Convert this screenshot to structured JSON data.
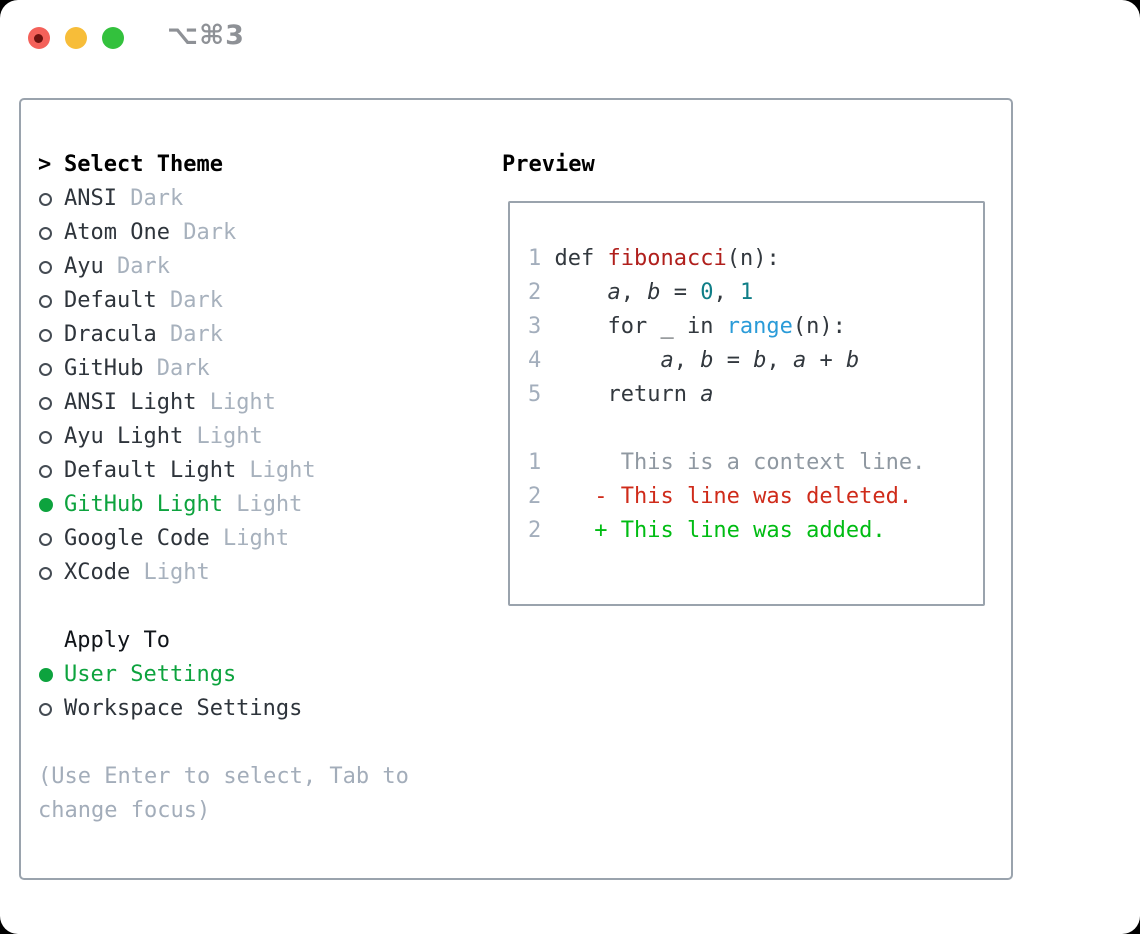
{
  "window": {
    "title": "⌥⌘3",
    "traffic_lights": [
      {
        "name": "close-button",
        "color": "#f4615a"
      },
      {
        "name": "minimize-button",
        "color": "#f7bd39"
      },
      {
        "name": "zoom-button",
        "color": "#33c13d"
      }
    ]
  },
  "theme_panel": {
    "header": {
      "marker": ">",
      "label": "Select Theme"
    },
    "items": [
      {
        "name": "ANSI",
        "variant": "Dark",
        "selected": false
      },
      {
        "name": "Atom One",
        "variant": "Dark",
        "selected": false
      },
      {
        "name": "Ayu",
        "variant": "Dark",
        "selected": false
      },
      {
        "name": "Default",
        "variant": "Dark",
        "selected": false
      },
      {
        "name": "Dracula",
        "variant": "Dark",
        "selected": false
      },
      {
        "name": "GitHub",
        "variant": "Dark",
        "selected": false
      },
      {
        "name": "ANSI Light",
        "variant": "Light",
        "selected": false
      },
      {
        "name": "Ayu Light",
        "variant": "Light",
        "selected": false
      },
      {
        "name": "Default Light",
        "variant": "Light",
        "selected": false
      },
      {
        "name": "GitHub Light",
        "variant": "Light",
        "selected": true
      },
      {
        "name": "Google Code",
        "variant": "Light",
        "selected": false
      },
      {
        "name": "XCode",
        "variant": "Light",
        "selected": false
      }
    ],
    "apply_to": {
      "label": "Apply To",
      "options": [
        {
          "name": "User Settings",
          "selected": true
        },
        {
          "name": "Workspace Settings",
          "selected": false
        }
      ]
    },
    "help_lines": [
      "(Use Enter to select, Tab to",
      "change focus)"
    ]
  },
  "preview": {
    "label": "Preview",
    "lines": [
      {
        "num": "1",
        "segments": [
          {
            "t": " def ",
            "c": "code"
          },
          {
            "t": "fibonacci",
            "c": "func"
          },
          {
            "t": "(n):",
            "c": "code"
          }
        ]
      },
      {
        "num": "2",
        "segments": [
          {
            "t": "     ",
            "c": "code"
          },
          {
            "t": "a",
            "c": "var"
          },
          {
            "t": ", ",
            "c": "code"
          },
          {
            "t": "b",
            "c": "var"
          },
          {
            "t": " = ",
            "c": "code"
          },
          {
            "t": "0",
            "c": "num"
          },
          {
            "t": ", ",
            "c": "code"
          },
          {
            "t": "1",
            "c": "num"
          }
        ]
      },
      {
        "num": "3",
        "segments": [
          {
            "t": "     for _ in ",
            "c": "code"
          },
          {
            "t": "range",
            "c": "builtin"
          },
          {
            "t": "(n):",
            "c": "code"
          }
        ]
      },
      {
        "num": "4",
        "segments": [
          {
            "t": "         ",
            "c": "code"
          },
          {
            "t": "a",
            "c": "var"
          },
          {
            "t": ", ",
            "c": "code"
          },
          {
            "t": "b",
            "c": "var"
          },
          {
            "t": " = ",
            "c": "code"
          },
          {
            "t": "b",
            "c": "var"
          },
          {
            "t": ", ",
            "c": "code"
          },
          {
            "t": "a",
            "c": "var"
          },
          {
            "t": " + ",
            "c": "code"
          },
          {
            "t": "b",
            "c": "var"
          }
        ]
      },
      {
        "num": "5",
        "segments": [
          {
            "t": "     return ",
            "c": "code"
          },
          {
            "t": "a",
            "c": "var"
          }
        ]
      },
      {
        "num": "",
        "segments": []
      },
      {
        "num": "1",
        "segments": [
          {
            "t": "      This is a context line.",
            "c": "ctx"
          }
        ]
      },
      {
        "num": "2",
        "segments": [
          {
            "t": "    - This line was deleted.",
            "c": "del"
          }
        ]
      },
      {
        "num": "2",
        "segments": [
          {
            "t": "    + This line was added.",
            "c": "add"
          }
        ]
      }
    ]
  },
  "colors": {
    "panel_border": "#9aa3ad",
    "selected_green": "#0da33e",
    "added_green": "#00bc13",
    "deleted_red": "#cf2b1a",
    "function_red": "#b01f1c",
    "number_teal": "#0f7e87",
    "builtin_blue": "#2a9bd8",
    "muted_gray": "#a7b1bd",
    "text_dark": "#2e343b"
  }
}
